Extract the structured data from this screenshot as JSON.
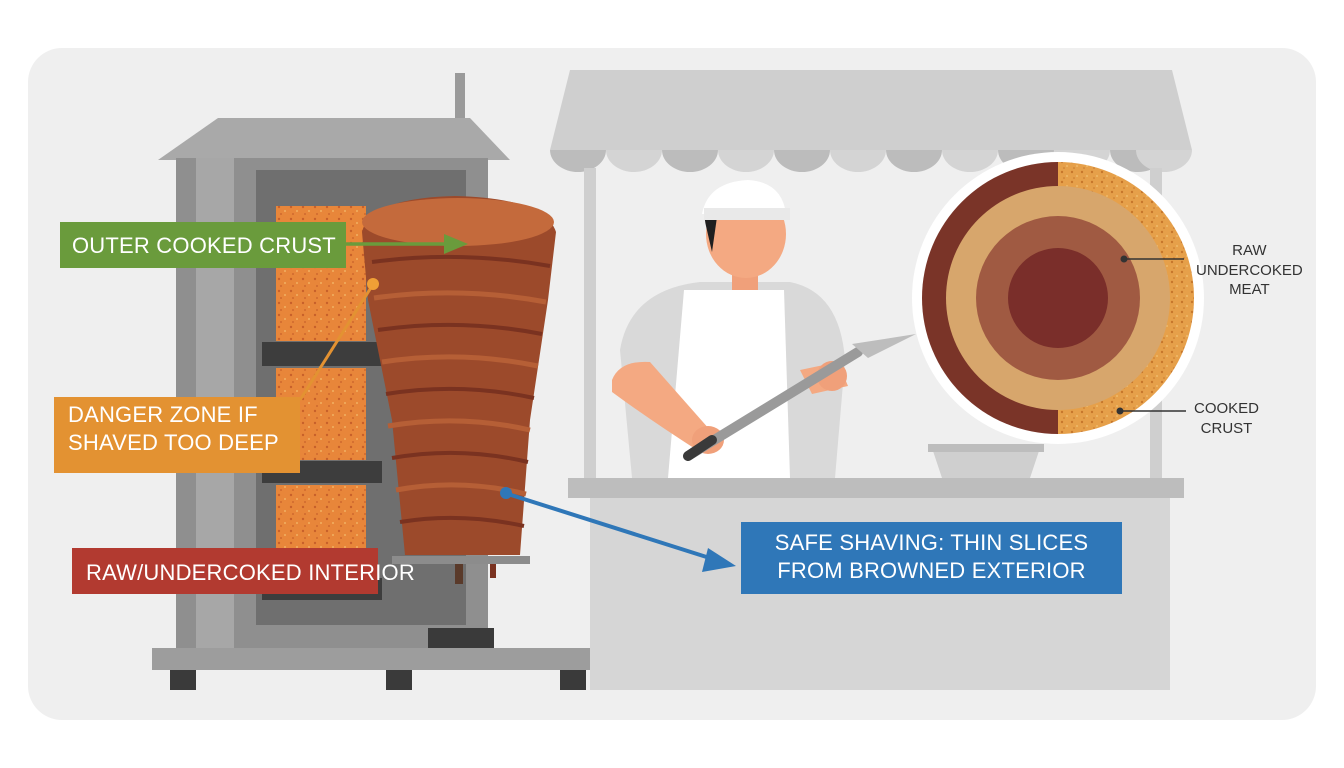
{
  "labels": {
    "outer_crust": "OUTER COOKED CRUST",
    "danger_zone_line1": "DANGER ZONE IF",
    "danger_zone_line2": "SHAVED TOO DEEP",
    "raw_interior": "RAW/UNDERCOKED INTERIOR",
    "safe_shaving_line1": "SAFE SHAVING: THIN SLICES",
    "safe_shaving_line2": "FROM BROWNED EXTERIOR"
  },
  "cross_section": {
    "raw_line1": "RAW",
    "raw_line2": "UNDERCOKED",
    "raw_line3": "MEAT",
    "crust_line1": "COOKED",
    "crust_line2": "CRUST"
  },
  "colors": {
    "green_label": "#6a9b3c",
    "orange_label": "#e39232",
    "red_label": "#b23a30",
    "blue_label": "#2f77b8",
    "meat_brown": "#a3502e",
    "crust_orange": "#e59a3e",
    "raw_dark": "#7a2e2a"
  }
}
